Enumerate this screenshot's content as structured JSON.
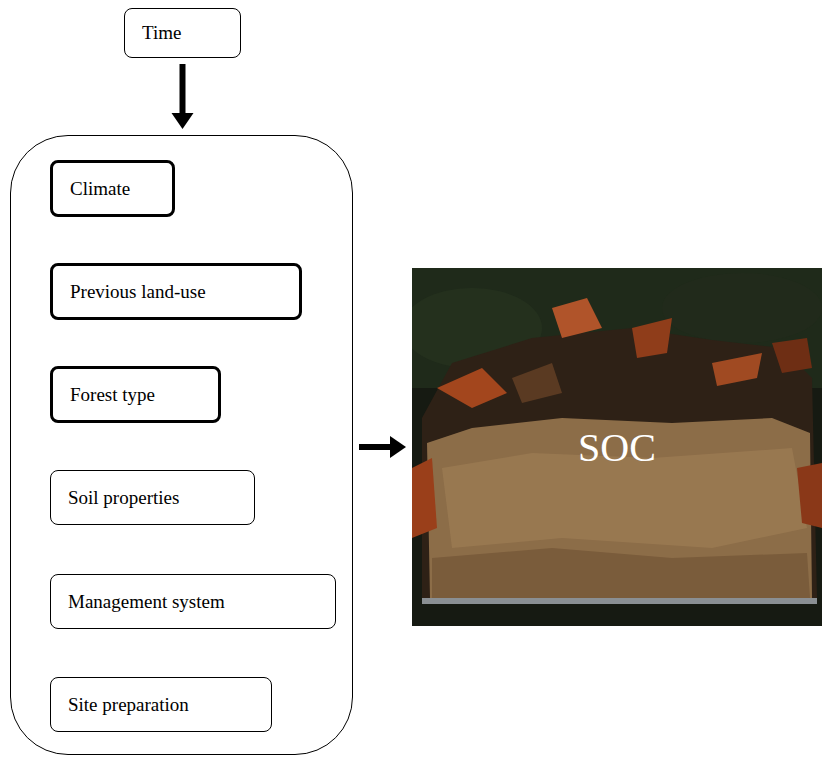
{
  "diagram": {
    "nodes": [
      {
        "text": [
          "Time"
        ]
      },
      {
        "text": []
      },
      {
        "text": [
          "Climate"
        ],
        "in": 1
      },
      {
        "text": [
          "Previous land-use"
        ],
        "in": 1
      },
      {
        "text": [
          "Forest type"
        ],
        "in": 1
      },
      {
        "text": [
          "Soil properties"
        ],
        "in": 1
      },
      {
        "text": [
          "Management system"
        ],
        "in": 1
      },
      {
        "text": [
          "Site preparation"
        ],
        "in": 1
      },
      {
        "text": [
          "SOC"
        ]
      }
    ],
    "edges": [
      {
        "from": 0,
        "to": 1,
        "arrow": "to"
      },
      {
        "from": 1,
        "to": 8,
        "arrow": "to"
      }
    ]
  }
}
